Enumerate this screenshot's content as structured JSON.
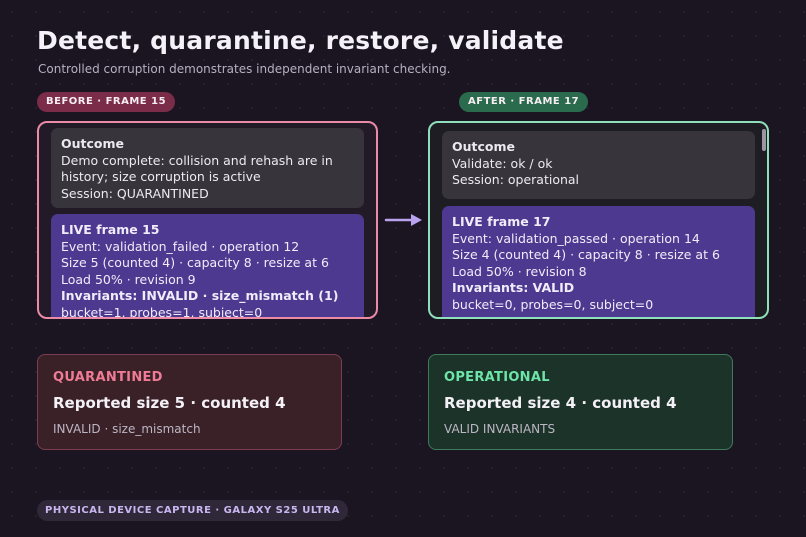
{
  "header": {
    "title": "Detect, quarantine, restore, validate",
    "subtitle": "Controlled corruption demonstrates independent invariant checking."
  },
  "before": {
    "badge": "BEFORE · FRAME 15",
    "outcome": {
      "heading": "Outcome",
      "lines": [
        "Demo complete: collision and rehash are in",
        "history; size corruption is active",
        "Session: QUARANTINED"
      ]
    },
    "live": {
      "heading": "LIVE frame 15",
      "event": "Event: validation_failed · operation 12",
      "size": "Size 5 (counted 4) · capacity 8 · resize at 6",
      "load": "Load 50% · revision 9",
      "invariants": "Invariants: INVALID · size_mismatch (1)",
      "subject": "bucket=1, probes=1, subject=0"
    }
  },
  "after": {
    "badge": "AFTER · FRAME 17",
    "outcome": {
      "heading": "Outcome",
      "lines": [
        "Validate: ok / ok",
        "Session: operational"
      ]
    },
    "live": {
      "heading": "LIVE frame 17",
      "event": "Event: validation_passed · operation 14",
      "size": "Size 4 (counted 4) · capacity 8 · resize at 6",
      "load": "Load 50% · revision 8",
      "invariants": "Invariants: VALID",
      "subject": "bucket=0, probes=0, subject=0"
    }
  },
  "status": {
    "quarantined": {
      "label": "QUARANTINED",
      "headline": "Reported size 5 · counted 4",
      "detail": "INVALID · size_mismatch"
    },
    "operational": {
      "label": "OPERATIONAL",
      "headline": "Reported size 4 · counted 4",
      "detail": "VALID INVARIANTS"
    }
  },
  "footer": {
    "device_badge": "PHYSICAL DEVICE CAPTURE · GALAXY S25 ULTRA"
  },
  "icons": {
    "transition": "arrow-right-icon"
  },
  "colors": {
    "before_accent": "#e98aa6",
    "after_accent": "#8ee0bc",
    "live_panel": "#4e3990",
    "quarantined": "#f07b95",
    "operational": "#6ee5a8"
  }
}
